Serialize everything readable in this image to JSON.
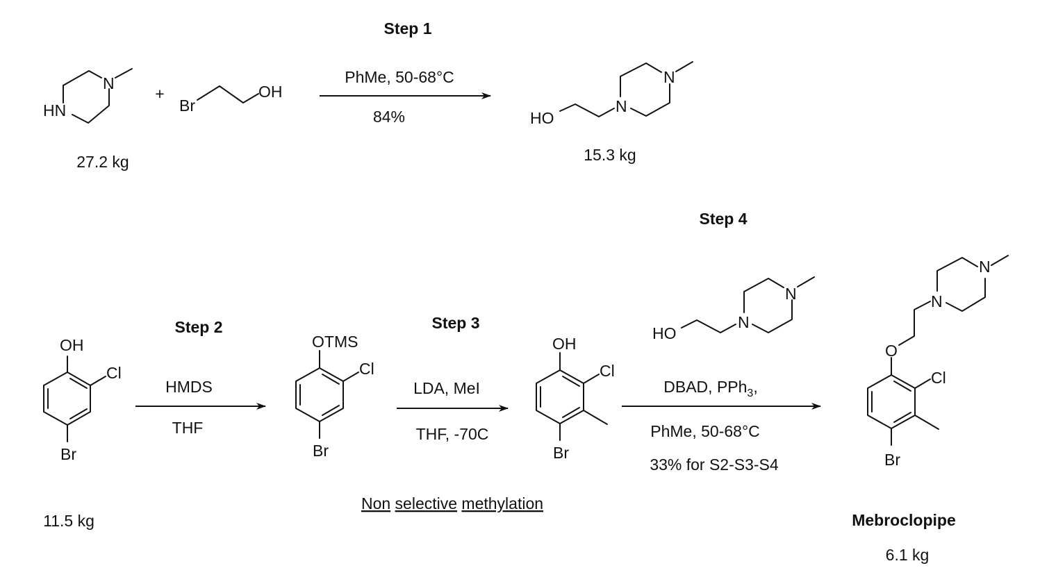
{
  "scheme": {
    "steps": {
      "step1": "Step 1",
      "step2": "Step 2",
      "step3": "Step 3",
      "step4": "Step 4"
    },
    "step1": {
      "reagent_top": "PhMe, 50-68°C",
      "reagent_bottom": "84%",
      "plus": "+",
      "sm1_mass": "27.2 kg",
      "product_mass": "15.3 kg"
    },
    "step2": {
      "reagent_top": "HMDS",
      "reagent_bottom": "THF",
      "sm_mass": "11.5 kg"
    },
    "step3": {
      "reagent_top": "LDA, MeI",
      "reagent_bottom": "THF, -70C",
      "note_words": [
        "Non",
        "selective",
        "methylation"
      ]
    },
    "step4": {
      "reagent_top_a": "DBAD, PPh",
      "reagent_top_sub": "3",
      "reagent_top_b": ",",
      "reagent_bottom": "PhMe, 50-68°C",
      "yield_note": "33% for S2-S3-S4"
    },
    "final": {
      "name": "Mebroclopipe",
      "mass": "6.1 kg"
    },
    "atoms": {
      "N": "N",
      "HN": "HN",
      "HO": "HO",
      "OH": "OH",
      "Br": "Br",
      "Cl": "Cl",
      "O": "O",
      "OTMS": "OTMS"
    }
  }
}
